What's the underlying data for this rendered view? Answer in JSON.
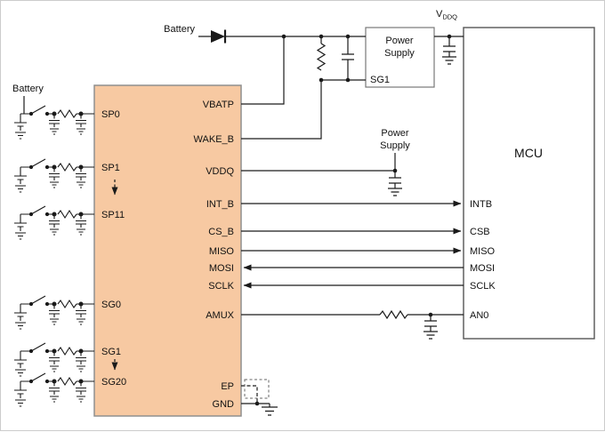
{
  "diagram": {
    "colors": {
      "ic_fill": "#f7c9a2",
      "ic_stroke": "#8f8f8f",
      "wire": "#1a1a1a"
    },
    "battery_top_label": "Battery",
    "battery_left_label": "Battery",
    "vddq_net": {
      "base": "V",
      "sub": "DDQ"
    },
    "power_supply_box": {
      "line1": "Power",
      "line2": "Supply",
      "output_pin": "SG1"
    },
    "power_supply_mid": {
      "line1": "Power",
      "line2": "Supply"
    },
    "afe": {
      "pins_left": [
        "SP0",
        "SP1",
        "SP11",
        "SG0",
        "SG1",
        "SG20"
      ],
      "pins_right": [
        "VBATP",
        "WAKE_B",
        "VDDQ",
        "INT_B",
        "CS_B",
        "MISO",
        "MOSI",
        "SCLK",
        "AMUX",
        "EP",
        "GND"
      ]
    },
    "mcu": {
      "title": "MCU",
      "pins": [
        "INTB",
        "CSB",
        "MISO",
        "MOSI",
        "SCLK",
        "AN0"
      ]
    }
  }
}
